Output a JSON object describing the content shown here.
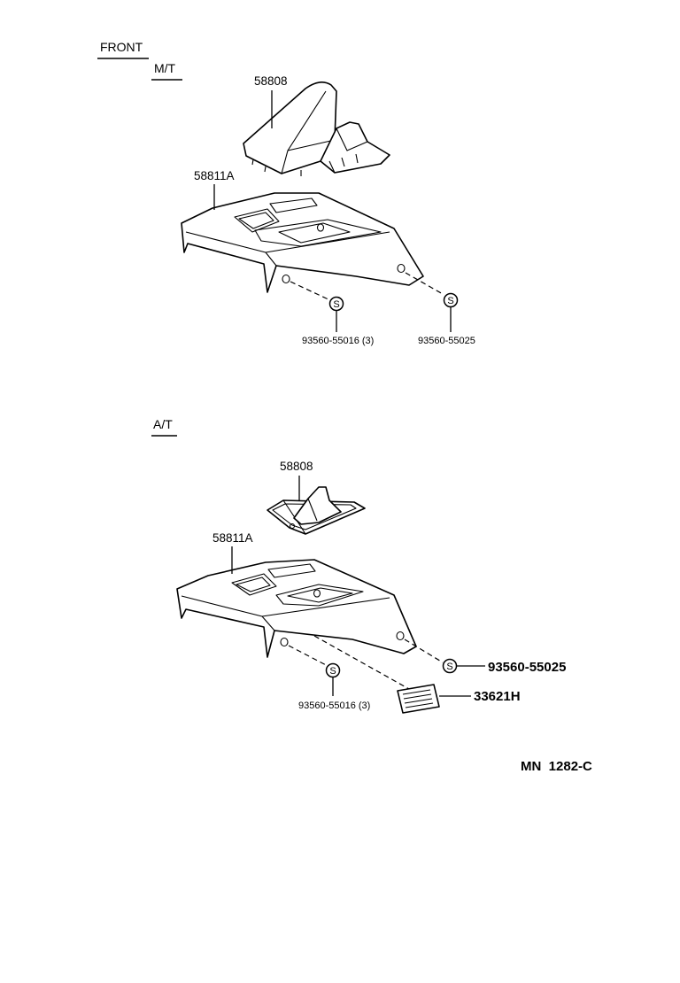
{
  "header": {
    "front_label": "FRONT"
  },
  "mt_section": {
    "title": "M/T",
    "boot_part_number": "58808",
    "console_part_number": "58811A",
    "screw_left_part_number": "93560-55016 (3)",
    "screw_right_part_number": "93560-55025",
    "screw_symbol": "S"
  },
  "at_section": {
    "title": "A/T",
    "boot_part_number": "58808",
    "console_part_number": "58811A",
    "screw_left_part_number": "93560-55016 (3)",
    "screw_right_part_number": "93560-55025",
    "label_part_number": "33621H",
    "screw_symbol": "S"
  },
  "footer": {
    "diagram_code": "MN  1282-C"
  }
}
